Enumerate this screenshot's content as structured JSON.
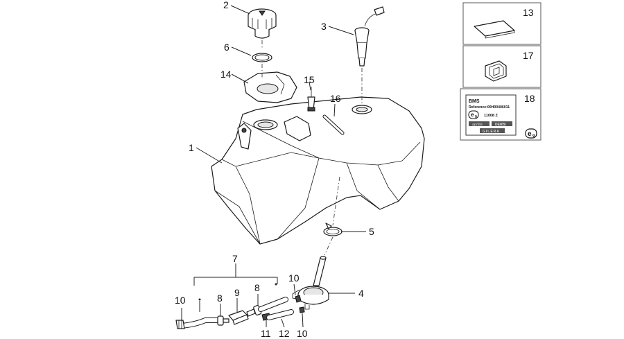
{
  "callouts": {
    "c1": "1",
    "c2": "2",
    "c3": "3",
    "c4": "4",
    "c5": "5",
    "c6": "6",
    "c7": "7",
    "c8a": "8",
    "c8b": "8",
    "c9": "9",
    "c10a": "10",
    "c10b": "10",
    "c10c": "10",
    "c11": "11",
    "c12": "12",
    "c13": "13",
    "c14": "14",
    "c15": "15",
    "c16": "16",
    "c17": "17",
    "c18": "18"
  },
  "label_plate": {
    "line1": "BMS",
    "line2": "Reference:00H00406011",
    "homologation": "11008 Z",
    "e_mark": "e",
    "e_mark_sub": "9",
    "brand_1": "aprilia",
    "brand_2": "DERBI",
    "brand_3": "GILERA"
  },
  "icons": [
    "fuel-cap",
    "fuel-level-sensor",
    "fuel-tank",
    "fuel-pump",
    "hose-clamp",
    "o-ring",
    "fuel-filter",
    "adhesive-plate",
    "clip",
    "label-plate"
  ],
  "colors": {
    "line": "#1a1a1a",
    "background": "#ffffff",
    "box_border": "#555555"
  }
}
